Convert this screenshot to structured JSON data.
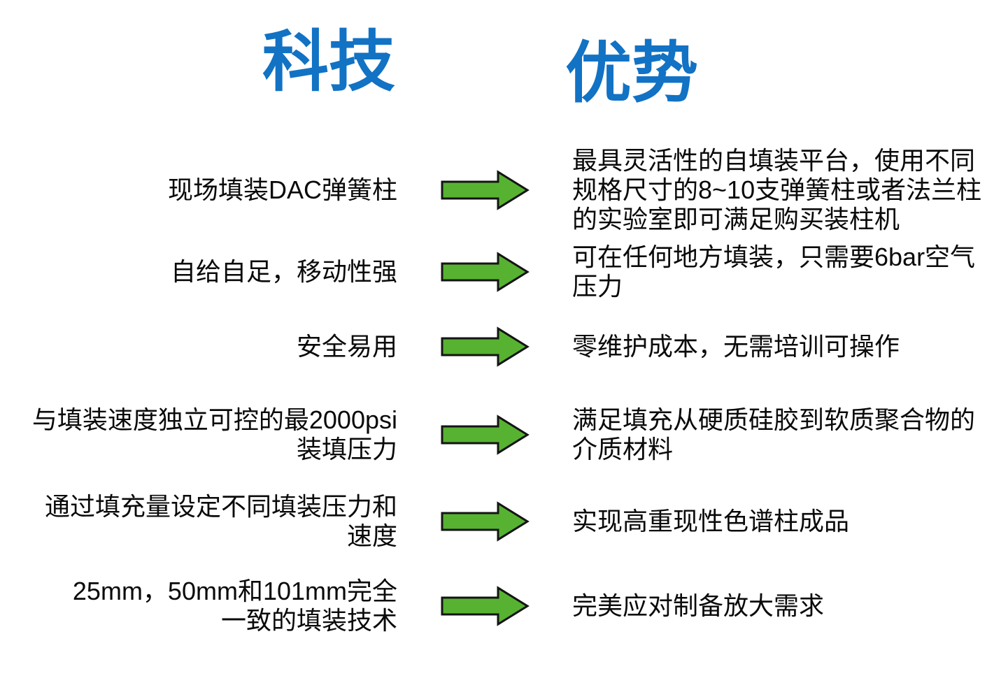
{
  "headers": {
    "left": "科技",
    "right": "优势",
    "color": "#1272c4"
  },
  "arrow": {
    "fill": "#57b231",
    "stroke": "#141414"
  },
  "text_color": "#0a0a0a",
  "rows": [
    {
      "left_lines": [
        "现场填装DAC弹簧柱"
      ],
      "right_lines": [
        "最具灵活性的自填装平台，使用不同",
        "规格尺寸的8~10支弹簧柱或者法兰柱",
        "的实验室即可满足购买装柱机"
      ]
    },
    {
      "left_lines": [
        "自给自足，移动性强"
      ],
      "right_lines": [
        "可在任何地方填装，只需要6bar空气",
        "压力"
      ]
    },
    {
      "left_lines": [
        "安全易用"
      ],
      "right_lines": [
        "零维护成本，无需培训可操作"
      ]
    },
    {
      "left_lines": [
        "与填装速度独立可控的最2000psi",
        "装填压力"
      ],
      "right_lines": [
        "满足填充从硬质硅胶到软质聚合物的",
        "介质材料"
      ]
    },
    {
      "left_lines": [
        "通过填充量设定不同填装压力和",
        "速度"
      ],
      "right_lines": [
        "实现高重现性色谱柱成品"
      ]
    },
    {
      "left_lines": [
        "25mm，50mm和101mm完全",
        "一致的填装技术"
      ],
      "right_lines": [
        "完美应对制备放大需求"
      ]
    }
  ]
}
